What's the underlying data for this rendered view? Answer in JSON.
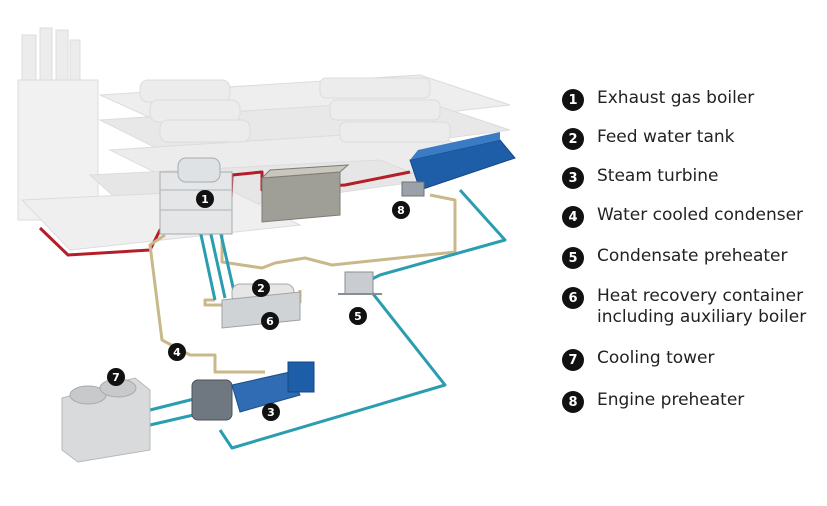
{
  "legend": {
    "items": [
      {
        "number": "1",
        "label": "Exhaust gas boiler"
      },
      {
        "number": "2",
        "label": "Feed water tank"
      },
      {
        "number": "3",
        "label": "Steam turbine"
      },
      {
        "number": "4",
        "label": "Water cooled condenser"
      },
      {
        "number": "5",
        "label": "Condensate preheater"
      },
      {
        "number": "6",
        "label": "Heat recovery container\nincluding auxiliary boiler"
      },
      {
        "number": "7",
        "label": "Cooling tower"
      },
      {
        "number": "8",
        "label": "Engine preheater"
      }
    ]
  },
  "diagram": {
    "markers": [
      "1",
      "2",
      "3",
      "4",
      "5",
      "6",
      "7",
      "8"
    ]
  },
  "colors": {
    "exhaust_pipe": "#b41e2b",
    "feed_pipe": "#c9b98a",
    "cooling_pipe": "#2a9db0",
    "engine_blue": "#1e5ea8",
    "ghost_plant": "#e9e9e9",
    "marker": "#111111"
  }
}
